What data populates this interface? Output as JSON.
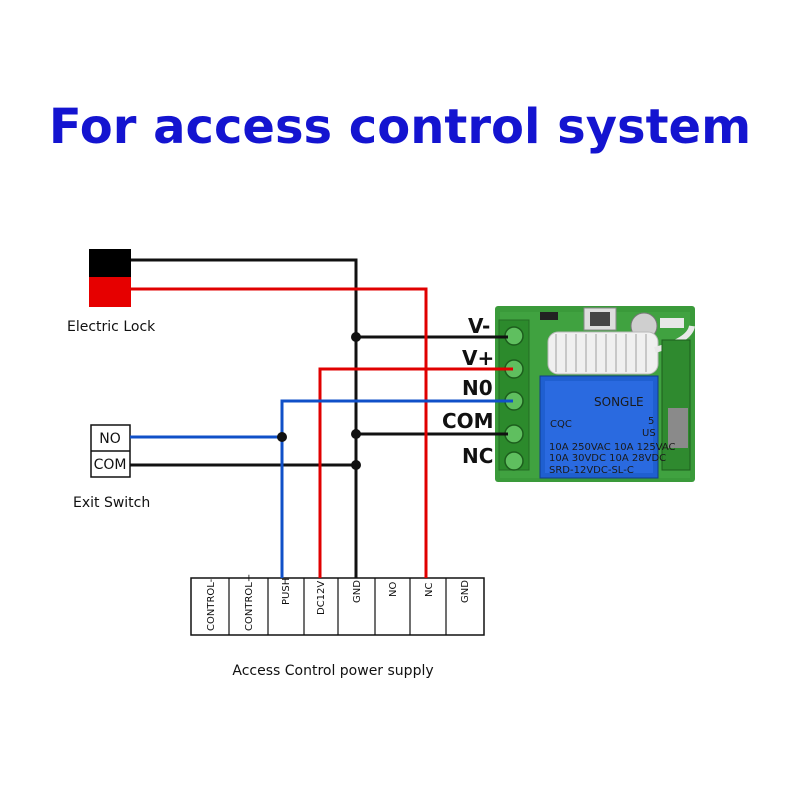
{
  "title": "For access control system",
  "electric_lock": {
    "label": "Electric Lock"
  },
  "exit_switch": {
    "label": "Exit Switch",
    "terminals": [
      "NO",
      "COM"
    ]
  },
  "relay_module": {
    "terminals": [
      "V-",
      "V+",
      "N0",
      "COM",
      "NC"
    ],
    "relay_brand": "SONGLE",
    "relay_lines": [
      "10A 250VAC  10A 125VAC",
      "10A  30VDC  10A  28VDC",
      "SRD-12VDC-SL-C"
    ],
    "relay_cert": "CQC",
    "relay_mark": "5",
    "relay_us": "US"
  },
  "power_supply": {
    "label": "Access Control power supply",
    "terminals": [
      "CONTROL-",
      "CONTROL+",
      "PUSH",
      "DC12V",
      "GND",
      "NO",
      "NC",
      "GND"
    ]
  },
  "colors": {
    "title": "#1414d0",
    "black_wire": "#111111",
    "red_wire": "#e00000",
    "blue_wire": "#1050c8",
    "pcb": "#3a9a3a",
    "relay": "#1f5fd0"
  }
}
